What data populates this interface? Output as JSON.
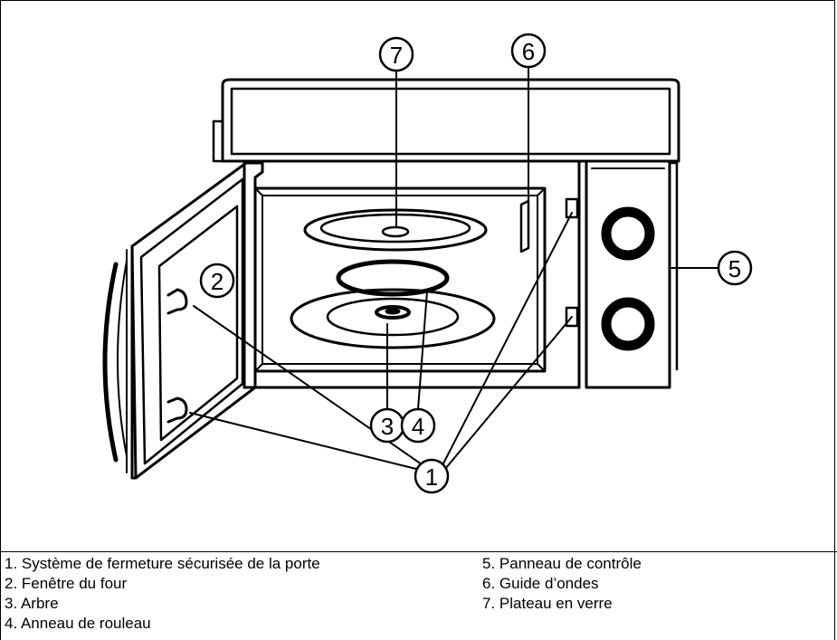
{
  "callouts": [
    "1",
    "2",
    "3",
    "4",
    "5",
    "6",
    "7"
  ],
  "legend": {
    "left": [
      "1. Système de fermeture sécurisée de la porte",
      "2. Fenêtre du four",
      "3. Arbre",
      "4. Anneau de rouleau"
    ],
    "right": [
      "5. Panneau de contrôle",
      "6. Guide d’ondes",
      "7. Plateau en verre"
    ]
  }
}
